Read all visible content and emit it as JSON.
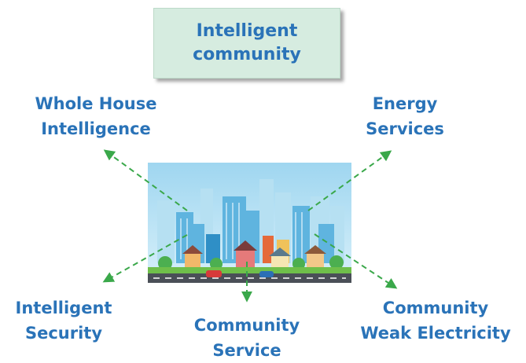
{
  "title": "Intelligent\ncommunity",
  "nodes": {
    "whole_house": "Whole House\nIntelligence",
    "energy": "Energy\nServices",
    "security": "Intelligent\nSecurity",
    "service": "Community\nService",
    "weak_electricity": "Community\nWeak Electricity"
  },
  "colors": {
    "text": "#2a73b8",
    "arrow": "#3aa84a",
    "title_box": "#d6ece0"
  },
  "image": {
    "subject": "city-skyline-illustration"
  }
}
